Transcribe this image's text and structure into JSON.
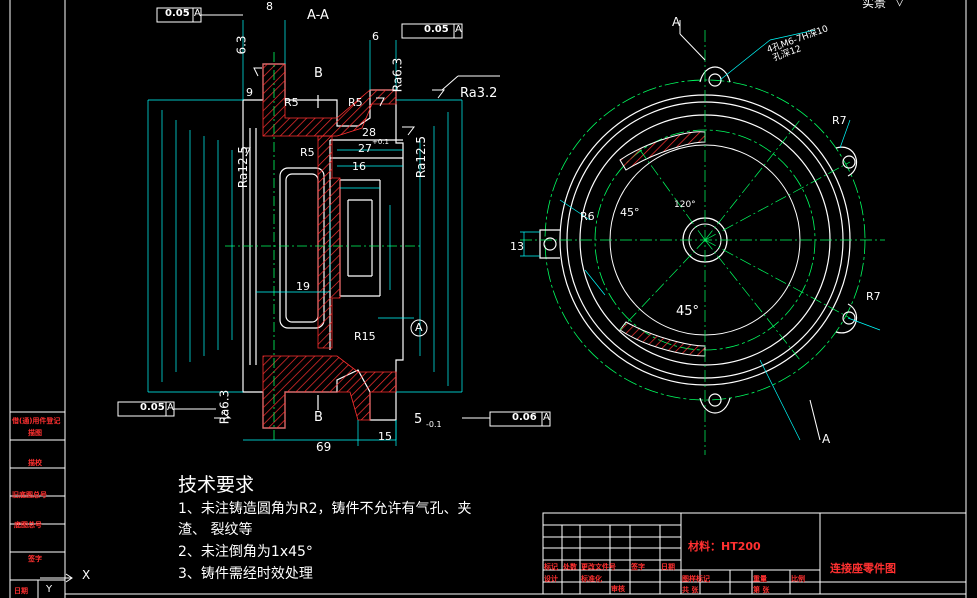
{
  "section_label": "A-A",
  "sec_b_top": "B",
  "sec_b_bottom": "B",
  "sec_a_marker_top": "A",
  "sec_a_marker_bottom": "A",
  "circle_a": "A",
  "view_menu": "实景",
  "fcf": {
    "top_left": {
      "tol": "0.05",
      "datum": "A"
    },
    "top_right": {
      "tol": "0.05",
      "datum": "A"
    },
    "bottom_left": {
      "tol": "0.05",
      "datum": "A"
    },
    "bottom_right": {
      "tol": "0.06",
      "datum": "A"
    }
  },
  "roughness": {
    "r1": "6.3",
    "r2": "Ra6.3",
    "r3": "Ra3.2",
    "r4": "Ra12.5",
    "r5": "Ra12.5",
    "r6": "Ra6.3"
  },
  "dims": {
    "d_top_8": "8",
    "d_top_6": "6",
    "d_9": "9",
    "d_r5a": "R5",
    "d_r5b": "R5",
    "d_r5c": "R5",
    "d_28": "28",
    "d_27": "27",
    "d_27_tol": "+0.1",
    "d_16": "16",
    "d_19": "19",
    "d_r15": "R15",
    "d_69": "69",
    "d_15": "15",
    "d_5": "5",
    "d_5_tol": "-0.1",
    "d_r7a": "R7",
    "d_r7b": "R7",
    "d_r6": "R6",
    "d_13": "13",
    "d_45a": "45°",
    "d_45b": "45°",
    "d_120": "120°",
    "d_holes": "4孔M6-7H深10",
    "d_depth": "孔深12"
  },
  "notes": {
    "title": "技术要求",
    "line1": "1、未注铸造圆角为R2，铸件不允许有气孔、夹",
    "line1b": "渣、 裂纹等",
    "line2": "2、未注倒角为1x45°",
    "line3": "3、铸件需经时效处理"
  },
  "title_block": {
    "material": "材料：HT200",
    "drawing_name": "连接座零件图",
    "row1": [
      "标记",
      "处数",
      "更改文件号",
      "签字",
      "日期"
    ],
    "row2": [
      "设计",
      "",
      "标准化",
      "",
      "图样标记",
      "重量",
      "比例"
    ],
    "row3": [
      "审核",
      "",
      "",
      "",
      "共 张",
      "第 张"
    ]
  },
  "side_labels": [
    "借(通)用件登记",
    "描图",
    "描校",
    "旧底图总号",
    "底图总号",
    "签字",
    "日期"
  ],
  "ucs": {
    "x": "X",
    "y": "Y"
  }
}
